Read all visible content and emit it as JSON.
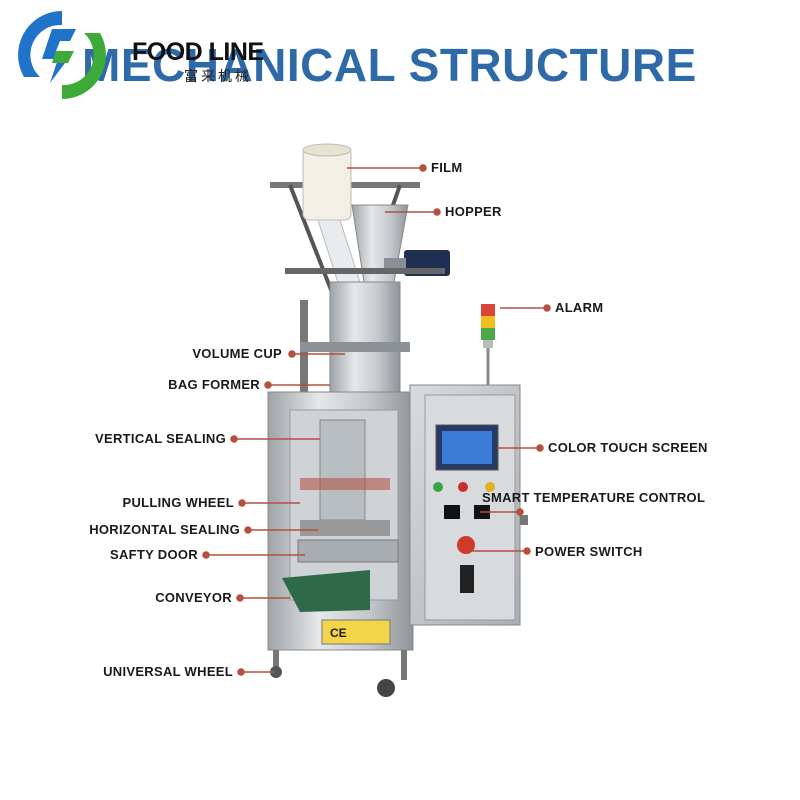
{
  "header": {
    "title": "MECHANICAL STRUCTURE",
    "brand": "FOOD LINE",
    "brand_cn": "富来机械",
    "logo_colors": {
      "blue": "#1f73c9",
      "green": "#3daa3a"
    },
    "title_color": "#2e6aa8"
  },
  "colors": {
    "leader": "#b5503f"
  },
  "labels_left": [
    {
      "key": "volume_cup",
      "text": "VOLUME CUP"
    },
    {
      "key": "bag_former",
      "text": "BAG FORMER"
    },
    {
      "key": "vertical_sealing",
      "text": "VERTICAL SEALING"
    },
    {
      "key": "pulling_wheel",
      "text": "PULLING WHEEL"
    },
    {
      "key": "horizontal_sealing",
      "text": "HORIZONTAL SEALING"
    },
    {
      "key": "safty_door",
      "text": "SAFTY DOOR"
    },
    {
      "key": "conveyor",
      "text": "CONVEYOR"
    },
    {
      "key": "universal_wheel",
      "text": "UNIVERSAL WHEEL"
    }
  ],
  "labels_right": [
    {
      "key": "film",
      "text": "FILM"
    },
    {
      "key": "hopper",
      "text": "HOPPER"
    },
    {
      "key": "alarm",
      "text": "ALARM"
    },
    {
      "key": "color_touch_screen",
      "text": "COLOR TOUCH SCREEN"
    },
    {
      "key": "smart_temperature_control",
      "text": "SMART TEMPERATURE CONTROL"
    },
    {
      "key": "power_switch",
      "text": "POWER SWITCH"
    }
  ]
}
